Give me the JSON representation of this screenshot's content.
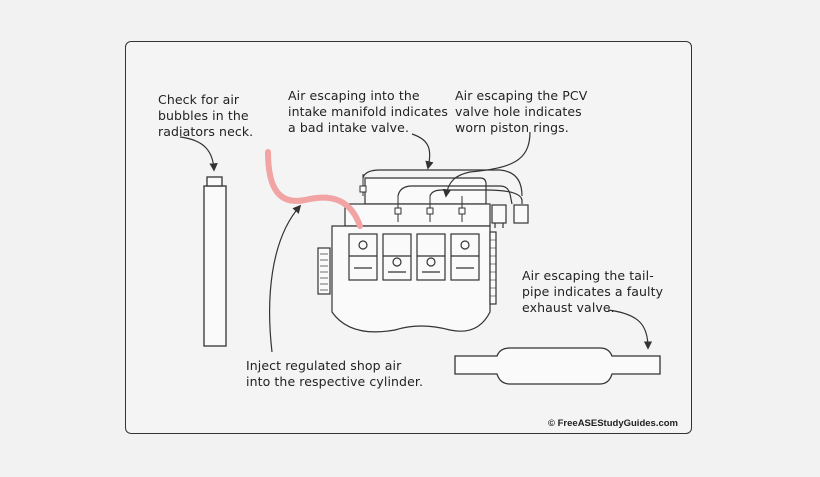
{
  "labels": {
    "radiator_check": "Check for air\nbubbles in the\nradiators neck.",
    "intake_valve": "Air escaping into the\nintake manifold indicates\na bad intake valve.",
    "pcv_valve": "Air escaping the PCV\nvalve hole indicates\nworn piston rings.",
    "exhaust_valve": "Air escaping the tail-\npipe indicates a faulty\nexhaust valve.",
    "inject_air": "Inject regulated shop air\ninto the respective cylinder."
  },
  "credit": "© FreeASEStudyGuides.com",
  "colors": {
    "air_hose": "#f2a3a3",
    "line": "#333333",
    "frame_bg": "#f4f4f4"
  }
}
